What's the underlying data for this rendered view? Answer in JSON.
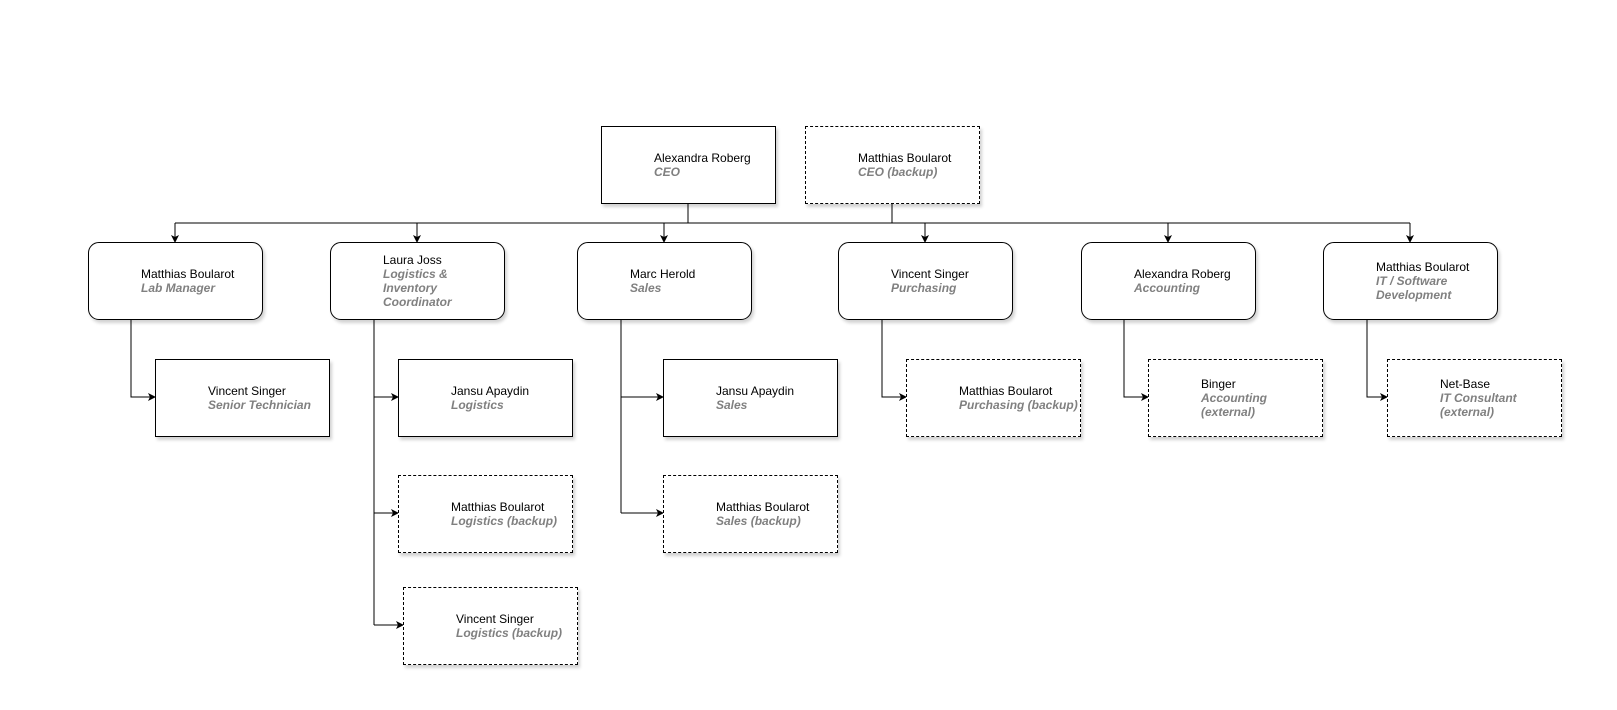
{
  "nodes": [
    {
      "id": "ceo",
      "name": "Alexandra Roberg",
      "role": "CEO",
      "style": "solid"
    },
    {
      "id": "ceo-backup",
      "name": "Matthias Boularot",
      "role": "CEO (backup)",
      "style": "dashed"
    },
    {
      "id": "lab",
      "name": "Matthias Boularot",
      "role": "Lab Manager",
      "style": "round"
    },
    {
      "id": "logistics",
      "name": "Laura Joss",
      "role": "Logistics & Inventory Coordinator",
      "style": "round"
    },
    {
      "id": "sales",
      "name": "Marc Herold",
      "role": "Sales",
      "style": "round"
    },
    {
      "id": "purchasing",
      "name": "Vincent Singer",
      "role": "Purchasing",
      "style": "round"
    },
    {
      "id": "accounting",
      "name": "Alexandra Roberg",
      "role": "Accounting",
      "style": "round"
    },
    {
      "id": "it",
      "name": "Matthias Boularot",
      "role": "IT / Software Development",
      "style": "round"
    },
    {
      "id": "lab-tech",
      "name": "Vincent Singer",
      "role": "Senior Technician",
      "style": "solid"
    },
    {
      "id": "log-1",
      "name": "Jansu Apaydin",
      "role": "Logistics",
      "style": "solid"
    },
    {
      "id": "log-2",
      "name": "Matthias Boularot",
      "role": "Logistics (backup)",
      "style": "dashed"
    },
    {
      "id": "log-3",
      "name": "Vincent Singer",
      "role": "Logistics (backup)",
      "style": "dashed"
    },
    {
      "id": "sales-1",
      "name": "Jansu Apaydin",
      "role": "Sales",
      "style": "solid"
    },
    {
      "id": "sales-2",
      "name": "Matthias Boularot",
      "role": "Sales (backup)",
      "style": "dashed"
    },
    {
      "id": "purch-1",
      "name": "Matthias Boularot",
      "role": "Purchasing (backup)",
      "style": "dashed"
    },
    {
      "id": "acc-1",
      "name": "Binger",
      "role": "Accounting (external)",
      "style": "dashed"
    },
    {
      "id": "it-1",
      "name": "Net-Base",
      "role": "IT Consultant (external)",
      "style": "dashed"
    }
  ]
}
